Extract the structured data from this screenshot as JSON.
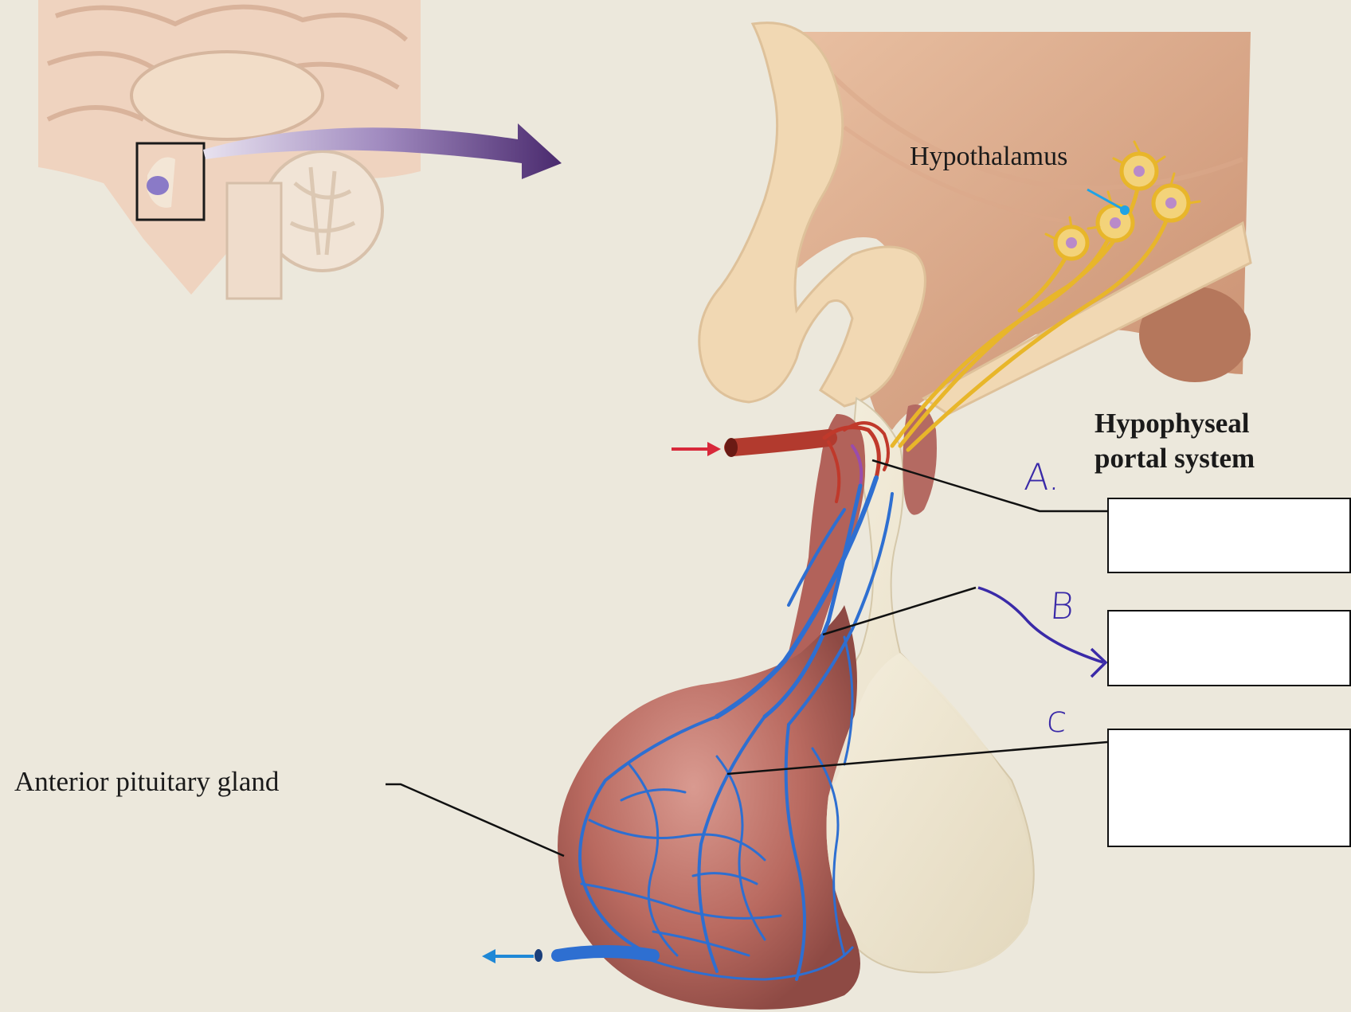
{
  "labels": {
    "hypothalamus": "Hypothalamus",
    "anterior_pituitary": "Anterior pituitary gland",
    "portal_title_line1": "Hypophyseal",
    "portal_title_line2": "portal system"
  },
  "handwritten": {
    "a": "A.",
    "b": "B",
    "c": "c"
  },
  "answer_boxes": [
    {
      "id": "A",
      "value": ""
    },
    {
      "id": "B",
      "value": ""
    },
    {
      "id": "C",
      "value": ""
    }
  ],
  "colors": {
    "background": "#ece8dc",
    "artery": "#c0392b",
    "vein": "#2e6fd1",
    "neuron": "#e8b62a",
    "annotation_ink": "#3a2aa8",
    "pointer_line": "#111111"
  }
}
